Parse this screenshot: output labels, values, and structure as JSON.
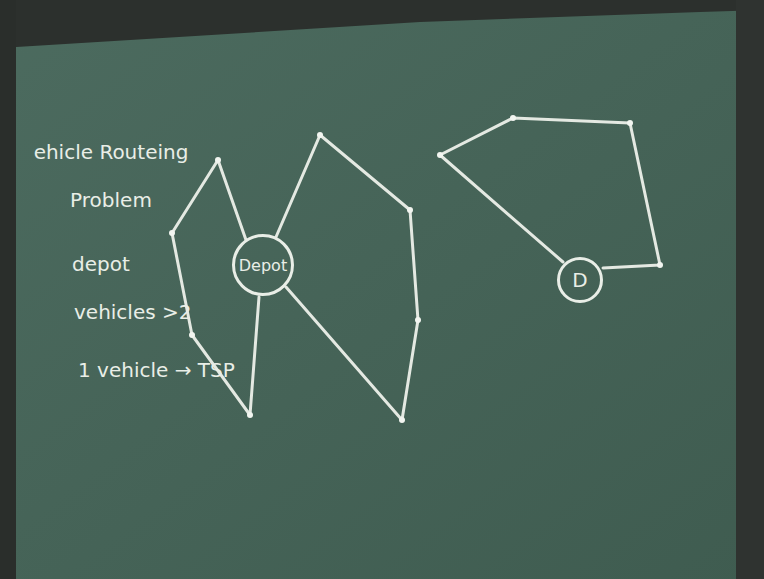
{
  "diagram": {
    "title": "ehicle Routeing Problem",
    "nodes": [
      {
        "text": [
          "Depot"
        ]
      },
      {
        "text": [
          "D"
        ]
      }
    ],
    "labels": [
      "depot",
      "vehicles >2",
      "1 vehicle → TSP"
    ]
  }
}
